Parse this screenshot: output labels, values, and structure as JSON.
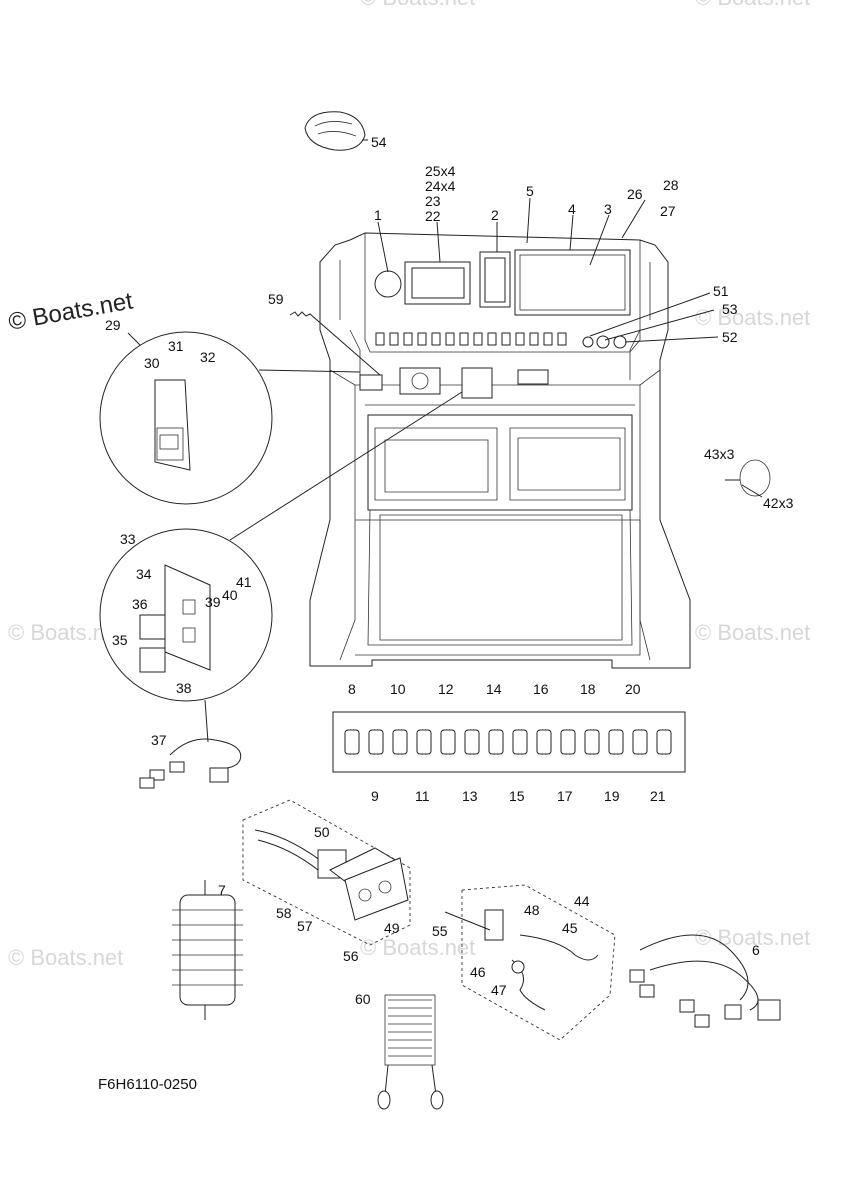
{
  "diagram": {
    "code": "F6H6110-0250",
    "brand_mark": "© Boats.net",
    "watermark": "© Boats.net",
    "callouts": {
      "c1": "1",
      "c2": "2",
      "c3": "3",
      "c4": "4",
      "c5": "5",
      "c6": "6",
      "c7": "7",
      "c8": "8",
      "c9": "9",
      "c10": "10",
      "c11": "11",
      "c12": "12",
      "c13": "13",
      "c14": "14",
      "c15": "15",
      "c16": "16",
      "c17": "17",
      "c18": "18",
      "c19": "19",
      "c20": "20",
      "c21": "21",
      "c22": "22",
      "c23": "23",
      "c24": "24x4",
      "c25": "25x4",
      "c26": "26",
      "c27": "27",
      "c28": "28",
      "c29": "29",
      "c30": "30",
      "c31": "31",
      "c32": "32",
      "c33": "33",
      "c34": "34",
      "c35": "35",
      "c36": "36",
      "c37": "37",
      "c38": "38",
      "c39": "39",
      "c40": "40",
      "c41": "41",
      "c42": "42x3",
      "c43": "43x3",
      "c44": "44",
      "c45": "45",
      "c46": "46",
      "c47": "47",
      "c48": "48",
      "c49": "49",
      "c50": "50",
      "c51": "51",
      "c52": "52",
      "c53": "53",
      "c54": "54",
      "c55": "55",
      "c56": "56",
      "c57": "57",
      "c58": "58",
      "c59": "59",
      "c60": "60"
    }
  }
}
